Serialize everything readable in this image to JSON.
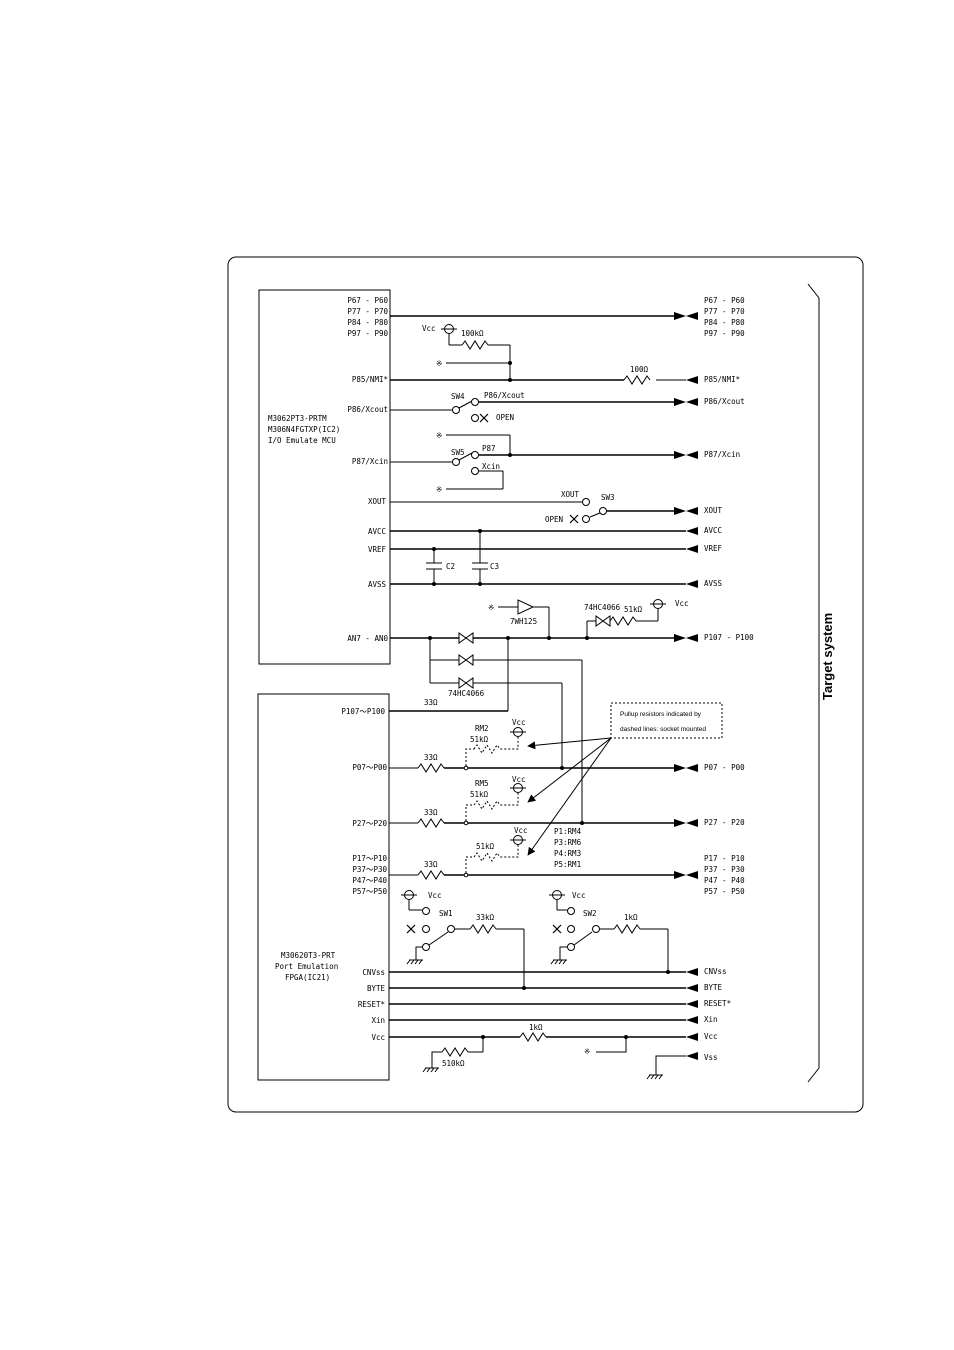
{
  "diagram": {
    "mcu": {
      "label1": "M3062PT3-PRTM",
      "label2": "M306N4FGTXP(IC2)",
      "label3": "I/O Emulate MCU",
      "pins": {
        "p60": "P67 - P60",
        "p70": "P77 - P70",
        "p80": "P84 - P80",
        "p90": "P97 - P90",
        "nmi": "P85/NMI*",
        "xcout": "P86/Xcout",
        "xcin": "P87/Xcin",
        "xout": "XOUT",
        "avcc": "AVCC",
        "vref": "VREF",
        "avss": "AVSS",
        "an": "AN7 - AN0"
      }
    },
    "fpga": {
      "label1": "M30620T3-PRT",
      "label2": "Port Emulation",
      "label3": "FPGA(IC21)",
      "pins": {
        "p100": "P107～P100",
        "p00": "P07～P00",
        "p20": "P27～P20",
        "p10": "P17～P10",
        "p30": "P37～P30",
        "p40": "P47～P40",
        "p50": "P57～P50",
        "cnvss": "CNVss",
        "byte": "BYTE",
        "reset": "RESET*",
        "xin": "Xin",
        "vcc": "Vcc"
      }
    },
    "target": {
      "label": "Target system",
      "pins": {
        "p60": "P67 - P60",
        "p70": "P77 - P70",
        "p80": "P84 - P80",
        "p90": "P97 - P90",
        "nmi": "P85/NMI*",
        "xcout": "P86/Xcout",
        "xcin": "P87/Xcin",
        "xout": "XOUT",
        "avcc": "AVCC",
        "vref": "VREF",
        "avss": "AVSS",
        "p100": "P107 - P100",
        "p00": "P07 - P00",
        "p20": "P27 - P20",
        "p10": "P17 - P10",
        "p30": "P37 - P30",
        "p40": "P47 - P40",
        "p50": "P57 - P50",
        "cnvss": "CNVss",
        "byte": "BYTE",
        "reset": "RESET*",
        "xin": "Xin",
        "vcc": "Vcc",
        "vss": "Vss"
      }
    },
    "components": {
      "vcc": "Vcc",
      "r100k": "100kΩ",
      "r100": "100Ω",
      "r51k": "51kΩ",
      "r33": "33Ω",
      "r33k": "33kΩ",
      "r1k": "1kΩ",
      "r510k": "510kΩ",
      "sw1": "SW1",
      "sw2": "SW2",
      "sw3": "SW3",
      "sw4": "SW4",
      "sw5": "SW5",
      "c2": "C2",
      "c3": "C3",
      "buf": "7WH125",
      "ana": "74HC4066",
      "p86xcout": "P86/Xcout",
      "p87": "P87",
      "xcin": "Xcin",
      "xout": "XOUT",
      "open": "OPEN",
      "rm2": "RM2",
      "rm5": "RM5",
      "rm_p1": "P1:RM4",
      "rm_p3": "P3:RM6",
      "rm_p4": "P4:RM3",
      "rm_p5": "P5:RM1",
      "asterisk": "※"
    },
    "note": {
      "line1": "Pullup resistors indicated by",
      "line2": "dashed lines: socket mounted"
    }
  }
}
